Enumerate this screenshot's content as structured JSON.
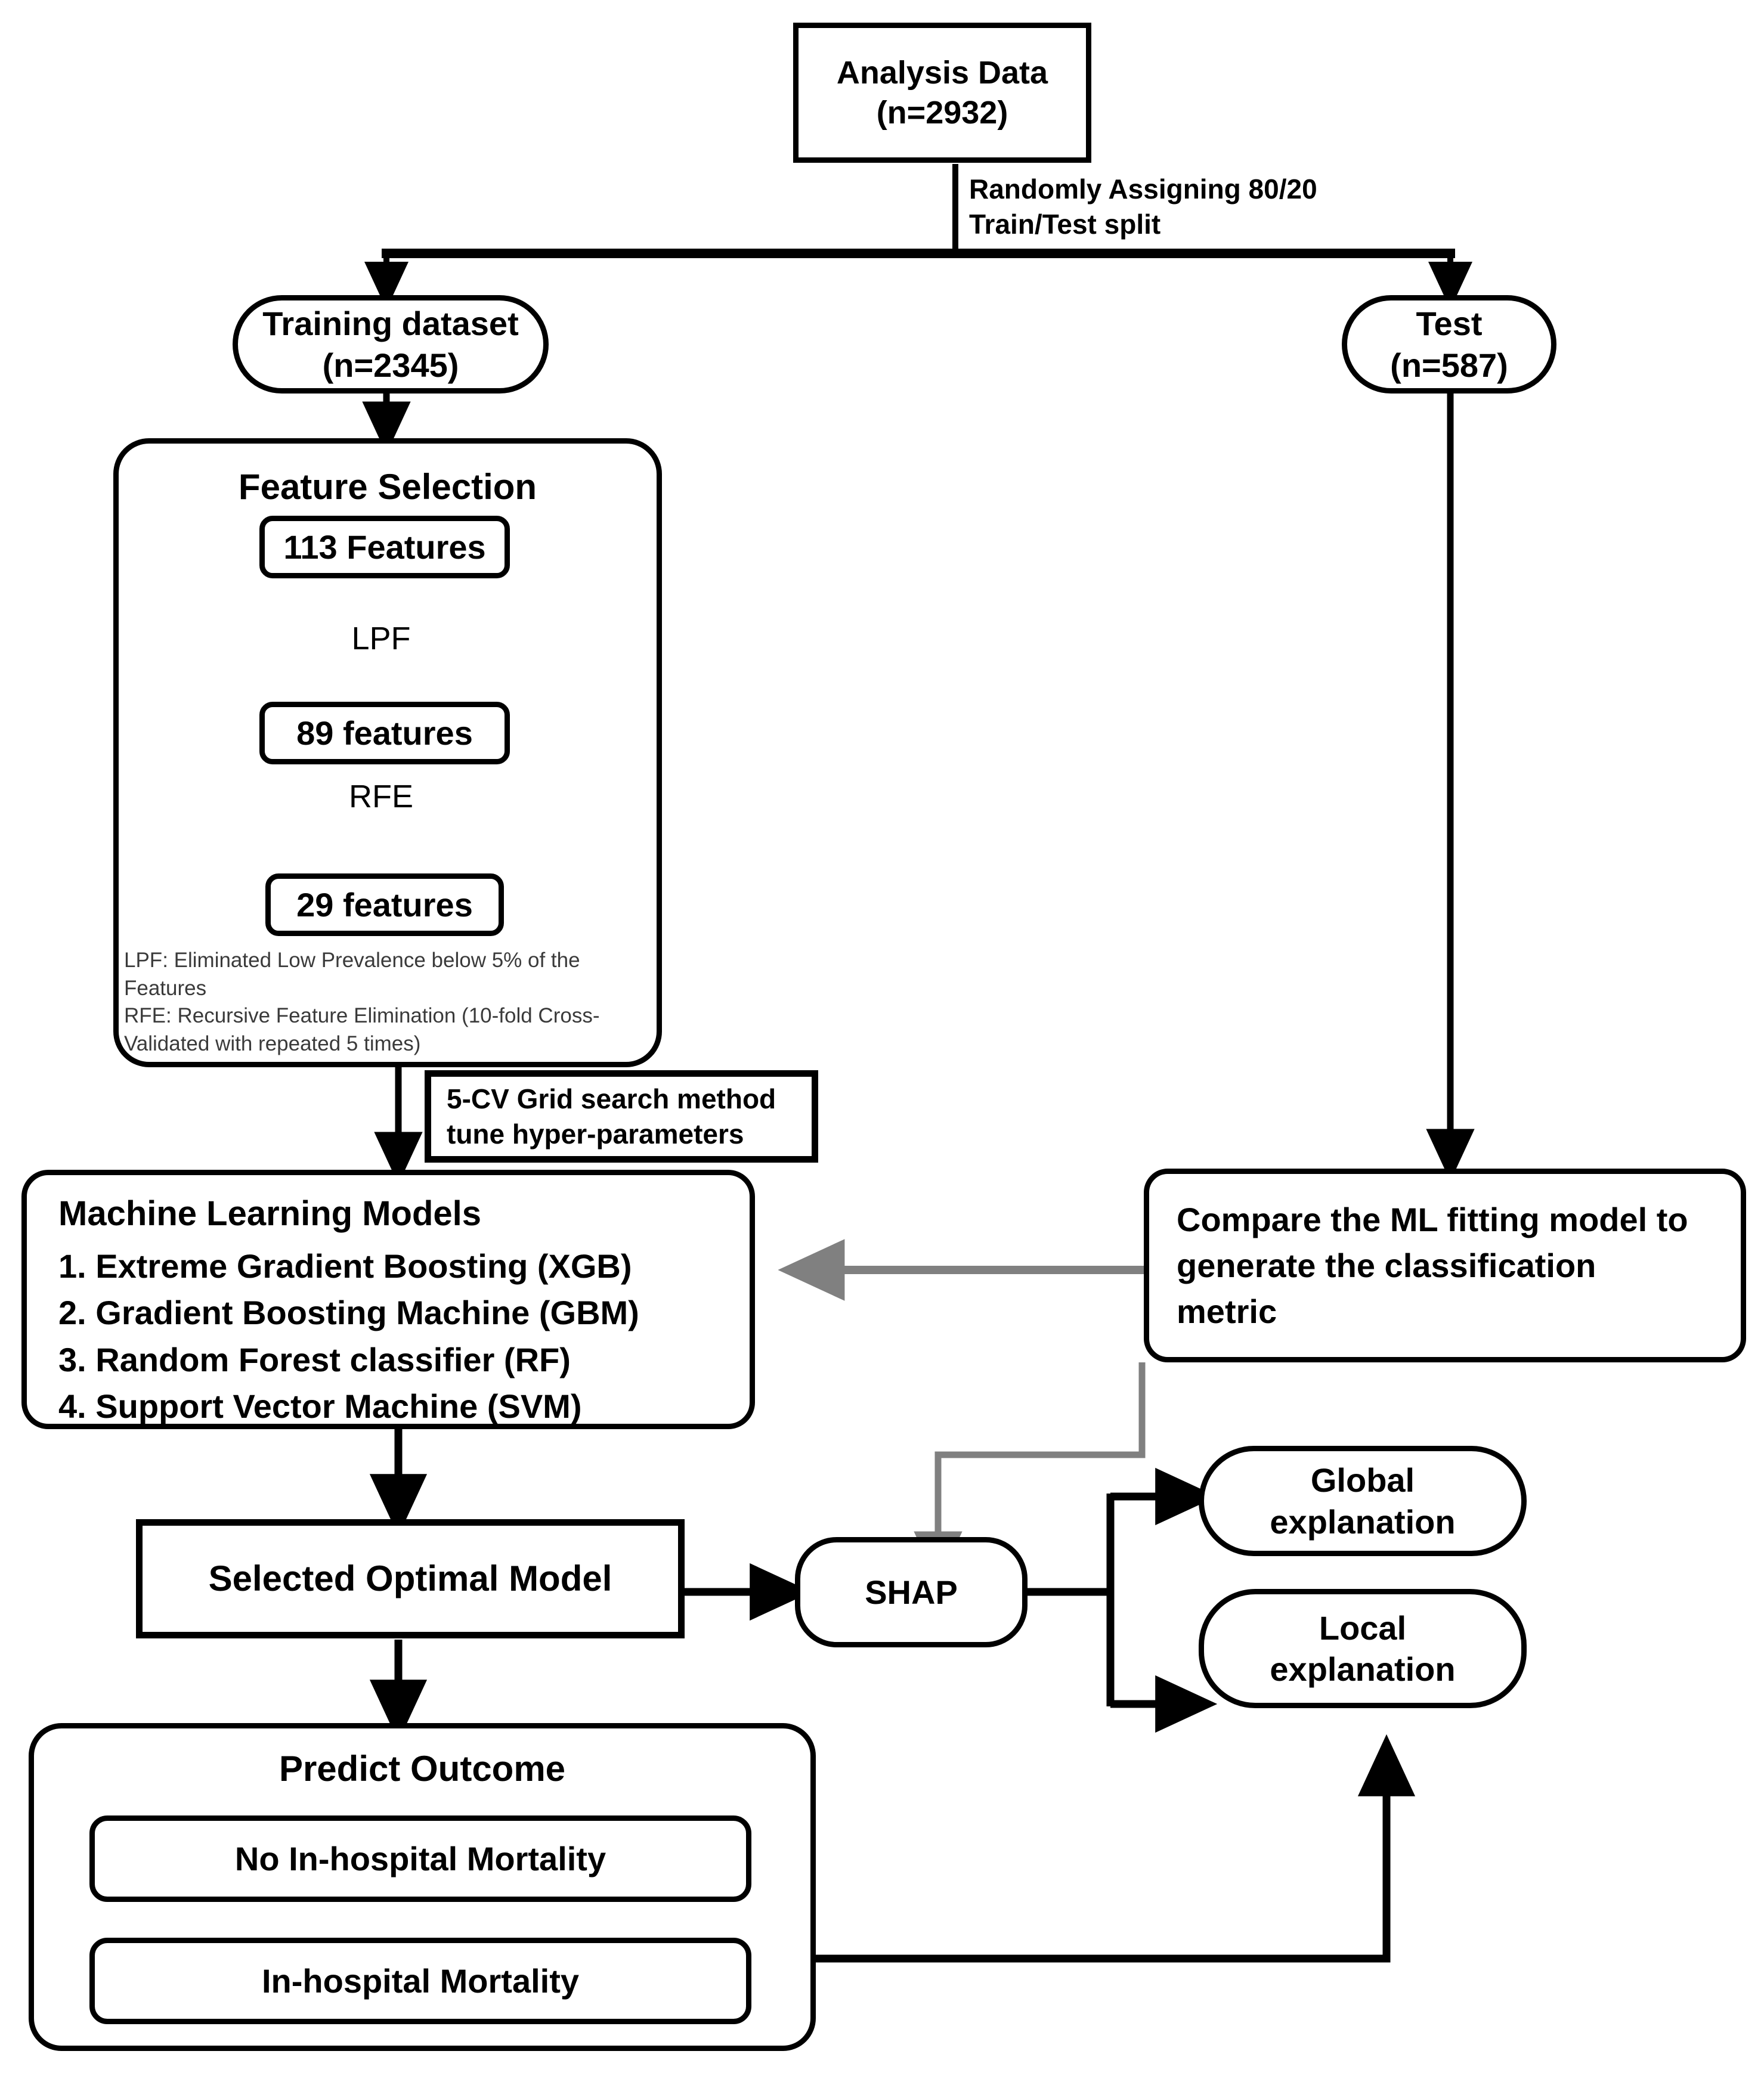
{
  "diagram": {
    "title": "Machine learning workflow for in-hospital mortality prediction",
    "type": "flowchart",
    "colors": {
      "stroke": "#000000",
      "background": "#ffffff",
      "feedback_arrow": "#808080",
      "legend_text": "#3a3a3a"
    }
  },
  "nodes": {
    "analysis_data": {
      "line1": "Analysis Data",
      "line2": "(n=2932)"
    },
    "training_dataset": {
      "line1": "Training dataset",
      "line2": "(n=2345)"
    },
    "test_dataset": {
      "line1": "Test",
      "line2": "(n=587)"
    },
    "feature_selection": {
      "heading": "Feature Selection",
      "step_113": "113 Features",
      "filter_lpf": "LPF",
      "step_89": "89 features",
      "filter_rfe": "RFE",
      "step_29": "29 features",
      "legend": "LPF: Eliminated Low Prevalence below 5% of the Features\nRFE: Recursive Feature Elimination (10-fold Cross-\nValidated with repeated 5 times)"
    },
    "ml_models": {
      "heading": "Machine Learning Models",
      "items": [
        "1.  Extreme Gradient Boosting (XGB)",
        "2.  Gradient Boosting Machine (GBM)",
        "3.  Random Forest classifier (RF)",
        "4.  Support Vector Machine (SVM)"
      ]
    },
    "compare_models": {
      "text": "Compare the ML fitting model to\ngenerate the classification\nmetric"
    },
    "selected_optimal_model": {
      "text": "Selected Optimal Model"
    },
    "shap": {
      "text": "SHAP"
    },
    "global_explanation": {
      "line1": "Global",
      "line2": "explanation"
    },
    "local_explanation": {
      "line1": "Local",
      "line2": "explanation"
    },
    "predict_outcome": {
      "heading": "Predict Outcome",
      "outcome_no_mortality": "No In-hospital Mortality",
      "outcome_mortality": "In-hospital Mortality"
    }
  },
  "edge_labels": {
    "split": "Randomly Assigning 80/20\nTrain/Test split",
    "tuning": "5-CV Grid search method\ntune hyper-parameters"
  }
}
